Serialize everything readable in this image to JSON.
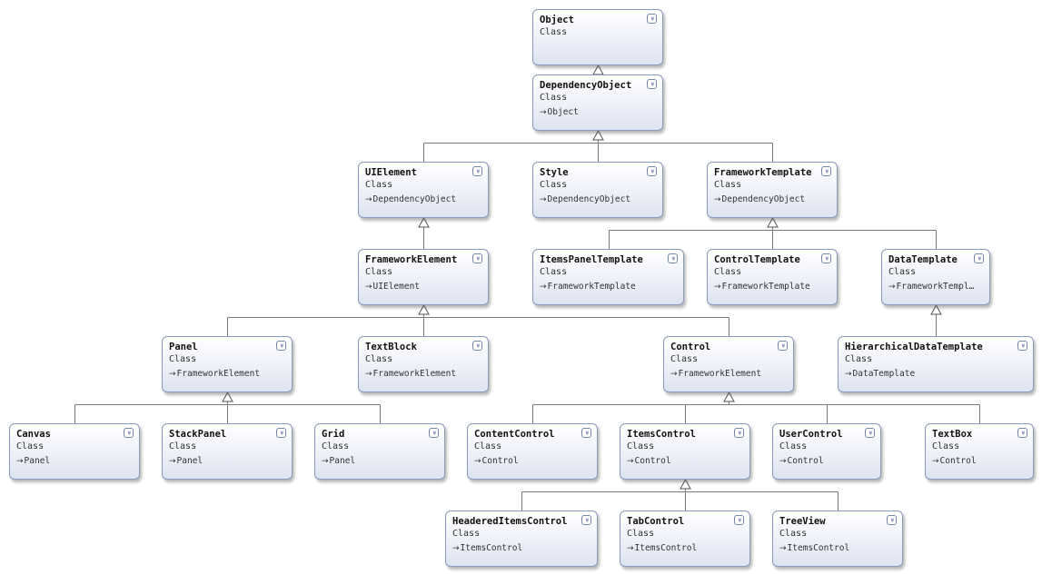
{
  "classes": [
    {
      "id": "Object",
      "name": "Object",
      "kind": "Class",
      "base": ""
    },
    {
      "id": "DependencyObject",
      "name": "DependencyObject",
      "kind": "Class",
      "base": "Object"
    },
    {
      "id": "UIElement",
      "name": "UIElement",
      "kind": "Class",
      "base": "DependencyObject"
    },
    {
      "id": "Style",
      "name": "Style",
      "kind": "Class",
      "base": "DependencyObject"
    },
    {
      "id": "FrameworkTemplate",
      "name": "FrameworkTemplate",
      "kind": "Class",
      "base": "DependencyObject"
    },
    {
      "id": "FrameworkElement",
      "name": "FrameworkElement",
      "kind": "Class",
      "base": "UIElement"
    },
    {
      "id": "ItemsPanelTemplate",
      "name": "ItemsPanelTemplate",
      "kind": "Class",
      "base": "FrameworkTemplate"
    },
    {
      "id": "ControlTemplate",
      "name": "ControlTemplate",
      "kind": "Class",
      "base": "FrameworkTemplate"
    },
    {
      "id": "DataTemplate",
      "name": "DataTemplate",
      "kind": "Class",
      "base": "FrameworkTempl…"
    },
    {
      "id": "Panel",
      "name": "Panel",
      "kind": "Class",
      "base": "FrameworkElement"
    },
    {
      "id": "TextBlock",
      "name": "TextBlock",
      "kind": "Class",
      "base": "FrameworkElement"
    },
    {
      "id": "Control",
      "name": "Control",
      "kind": "Class",
      "base": "FrameworkElement"
    },
    {
      "id": "HierarchicalDataTemplate",
      "name": "HierarchicalDataTemplate",
      "kind": "Class",
      "base": "DataTemplate"
    },
    {
      "id": "Canvas",
      "name": "Canvas",
      "kind": "Class",
      "base": "Panel"
    },
    {
      "id": "StackPanel",
      "name": "StackPanel",
      "kind": "Class",
      "base": "Panel"
    },
    {
      "id": "Grid",
      "name": "Grid",
      "kind": "Class",
      "base": "Panel"
    },
    {
      "id": "ContentControl",
      "name": "ContentControl",
      "kind": "Class",
      "base": "Control"
    },
    {
      "id": "ItemsControl",
      "name": "ItemsControl",
      "kind": "Class",
      "base": "Control"
    },
    {
      "id": "UserControl",
      "name": "UserControl",
      "kind": "Class",
      "base": "Control"
    },
    {
      "id": "TextBox",
      "name": "TextBox",
      "kind": "Class",
      "base": "Control"
    },
    {
      "id": "HeaderedItemsControl",
      "name": "HeaderedItemsControl",
      "kind": "Class",
      "base": "ItemsControl"
    },
    {
      "id": "TabControl",
      "name": "TabControl",
      "kind": "Class",
      "base": "ItemsControl"
    },
    {
      "id": "TreeView",
      "name": "TreeView",
      "kind": "Class",
      "base": "ItemsControl"
    }
  ],
  "inheritance": [
    {
      "parent": "Object",
      "children": [
        "DependencyObject"
      ]
    },
    {
      "parent": "DependencyObject",
      "children": [
        "UIElement",
        "Style",
        "FrameworkTemplate"
      ]
    },
    {
      "parent": "UIElement",
      "children": [
        "FrameworkElement"
      ]
    },
    {
      "parent": "FrameworkTemplate",
      "children": [
        "ItemsPanelTemplate",
        "ControlTemplate",
        "DataTemplate"
      ]
    },
    {
      "parent": "FrameworkElement",
      "children": [
        "Panel",
        "TextBlock",
        "Control"
      ]
    },
    {
      "parent": "DataTemplate",
      "children": [
        "HierarchicalDataTemplate"
      ]
    },
    {
      "parent": "Panel",
      "children": [
        "Canvas",
        "StackPanel",
        "Grid"
      ]
    },
    {
      "parent": "Control",
      "children": [
        "ContentControl",
        "ItemsControl",
        "UserControl",
        "TextBox"
      ]
    },
    {
      "parent": "ItemsControl",
      "children": [
        "HeaderedItemsControl",
        "TabControl",
        "TreeView"
      ]
    }
  ],
  "colors": {
    "box_border": "#8a9ab8",
    "box_fill_top": "#ffffff",
    "box_fill_bottom": "#dde3f0",
    "line": "#7a7a7a"
  },
  "icons": {
    "collapse_toggle": "double-chevron-down-icon",
    "inherits": "arrow-right-icon",
    "generalization": "hollow-triangle-arrow"
  }
}
